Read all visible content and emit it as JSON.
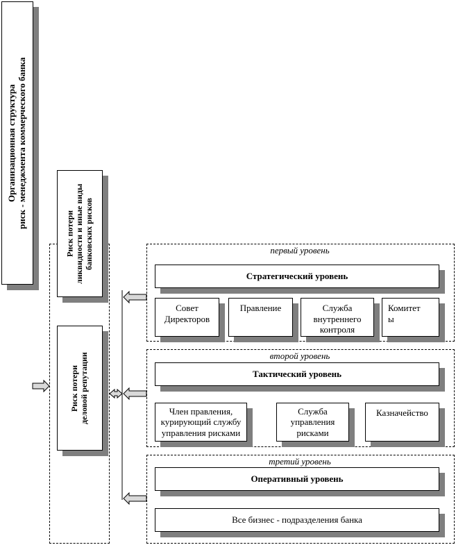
{
  "org_title": "Организационная структура\nриск - менеджмента коммерческого банка",
  "risks": [
    "Риск потери\nликвидности и иные виды\nбанковских рисков",
    "Риск потери\nделовой репутации"
  ],
  "levels": [
    {
      "caption": "первый уровень",
      "header": "Стратегический уровень",
      "units": [
        "Совет\nДиректоров",
        "Правление",
        "Служба\nвнутреннего\nконтроля",
        "Комитет\nы"
      ]
    },
    {
      "caption": "второй уровень",
      "header": "Тактический уровень",
      "units": [
        "Член правления,\nкурирующий службу\nуправления рисками",
        "Служба\nуправления\nрисками",
        "Казначейство"
      ]
    },
    {
      "caption": "третий уровень",
      "header": "Оперативный уровень",
      "units": [
        "Все бизнес - подразделения банка"
      ]
    }
  ]
}
